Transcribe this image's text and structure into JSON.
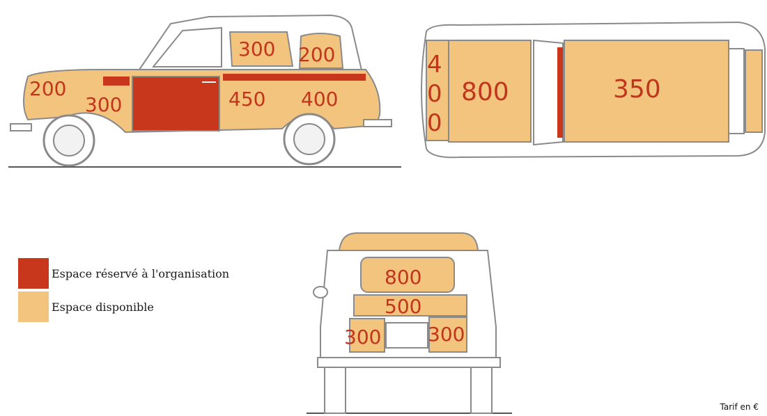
{
  "colors": {
    "reserved": "#c8361c",
    "available": "#f3c47e",
    "price_text": "#c0361d",
    "outline": "#9a9a9a"
  },
  "side_view": {
    "front_fender": "200",
    "front_wing": "300",
    "rear_door": "450",
    "rear_quarter": "400",
    "front_window": "300",
    "rear_window": "200"
  },
  "top_view": {
    "hood_digits": [
      "4",
      "0",
      "0"
    ],
    "windshield_area": "800",
    "roof": "350"
  },
  "rear_view": {
    "rear_window": "800",
    "bumper_band": "500",
    "left_corner": "300",
    "right_corner": "300"
  },
  "legend": {
    "reserved_label": "Espace réservé à l'organisation",
    "available_label": "Espace disponible"
  },
  "footer": {
    "tarif": "Tarif en €"
  }
}
